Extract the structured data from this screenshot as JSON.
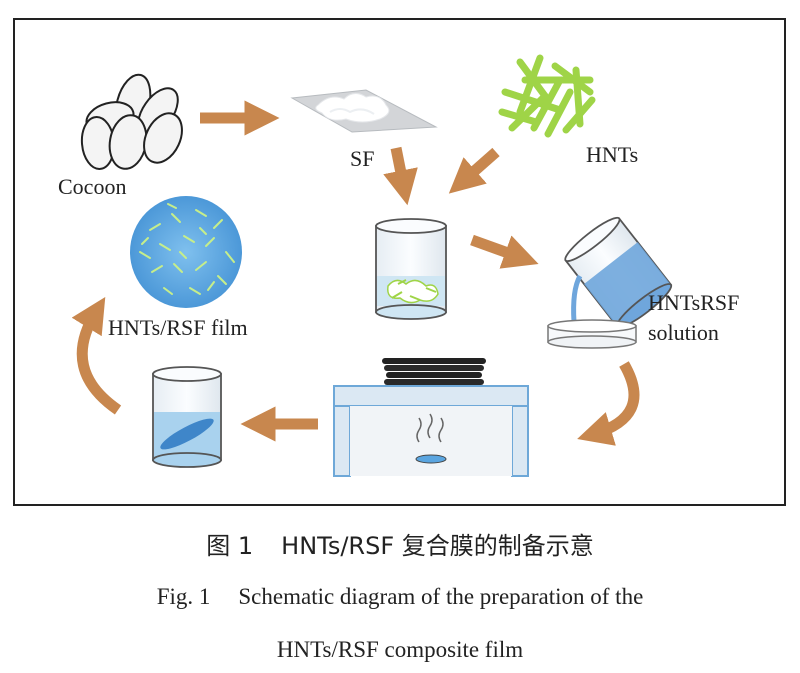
{
  "labels": {
    "cocoon": "Cocoon",
    "sf": "SF",
    "hnts": "HNTs",
    "film": "HNTs/RSF film",
    "solution_line1": "HNTsRSF",
    "solution_line2": "solution"
  },
  "caption": {
    "cn_fig": "图 1",
    "cn_text": "HNTs/RSF 复合膜的制备示意",
    "en_fig": "Fig. 1",
    "en_line1": "Schematic diagram of the preparation of the",
    "en_line2": "HNTs/RSF composite film"
  },
  "colors": {
    "arrow": "#c8874e",
    "hnt_green": "#9fd447",
    "liquid_blue": "#6fa6dc",
    "film_blue": "#5aa5e0",
    "oven_border": "#6ea8d8",
    "oven_body": "#f1f4f7"
  }
}
